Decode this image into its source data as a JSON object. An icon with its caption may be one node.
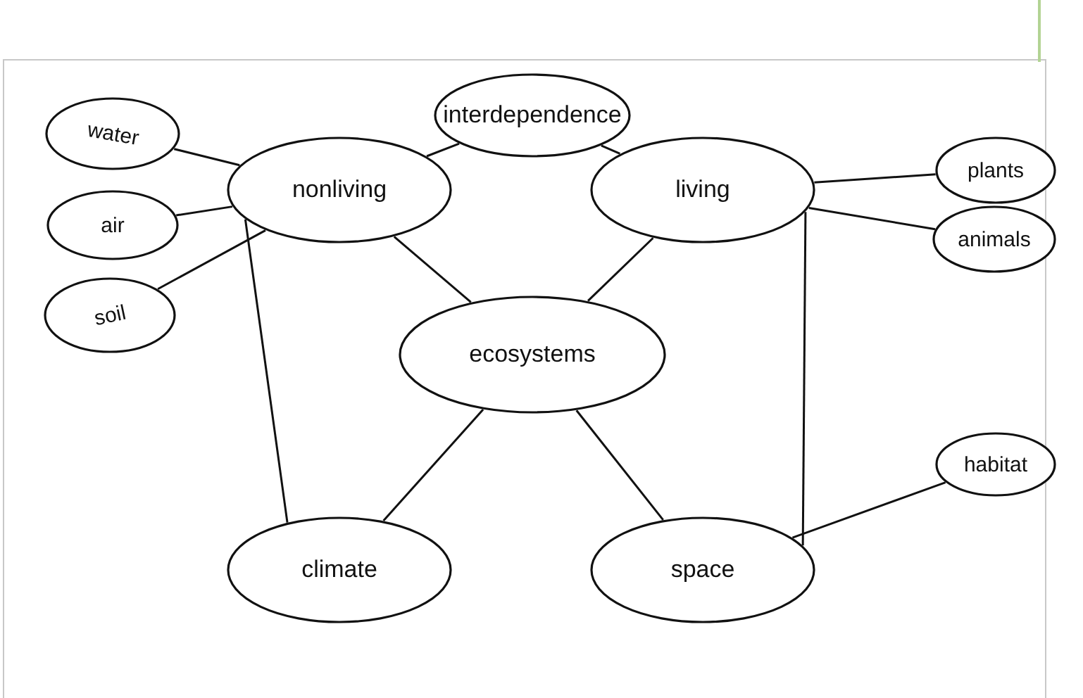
{
  "diagram": {
    "nodes": [
      {
        "text": [
          "interdependence"
        ]
      },
      {
        "text": [
          "water"
        ]
      },
      {
        "text": [
          "nonliving"
        ]
      },
      {
        "text": [
          "living"
        ]
      },
      {
        "text": [
          "plants"
        ]
      },
      {
        "text": [
          "air"
        ]
      },
      {
        "text": [
          "animals"
        ]
      },
      {
        "text": [
          "soil"
        ]
      },
      {
        "text": [
          "ecosystems"
        ]
      },
      {
        "text": [
          "habitat"
        ]
      },
      {
        "text": [
          "climate"
        ]
      },
      {
        "text": [
          "space"
        ]
      }
    ],
    "edges": [
      {
        "from": 0,
        "to": 2,
        "arrow": "none"
      },
      {
        "from": 0,
        "to": 3,
        "arrow": "none"
      },
      {
        "from": 1,
        "to": 2,
        "arrow": "none"
      },
      {
        "from": 5,
        "to": 2,
        "arrow": "none"
      },
      {
        "from": 7,
        "to": 2,
        "arrow": "none"
      },
      {
        "from": 3,
        "to": 4,
        "arrow": "none"
      },
      {
        "from": 3,
        "to": 6,
        "arrow": "none"
      },
      {
        "from": 2,
        "to": 8,
        "arrow": "none"
      },
      {
        "from": 3,
        "to": 8,
        "arrow": "none"
      },
      {
        "from": 8,
        "to": 10,
        "arrow": "none"
      },
      {
        "from": 8,
        "to": 11,
        "arrow": "none"
      },
      {
        "from": 2,
        "to": 10,
        "arrow": "none"
      },
      {
        "from": 3,
        "to": 11,
        "arrow": "none"
      },
      {
        "from": 9,
        "to": 11,
        "arrow": "none"
      }
    ]
  }
}
